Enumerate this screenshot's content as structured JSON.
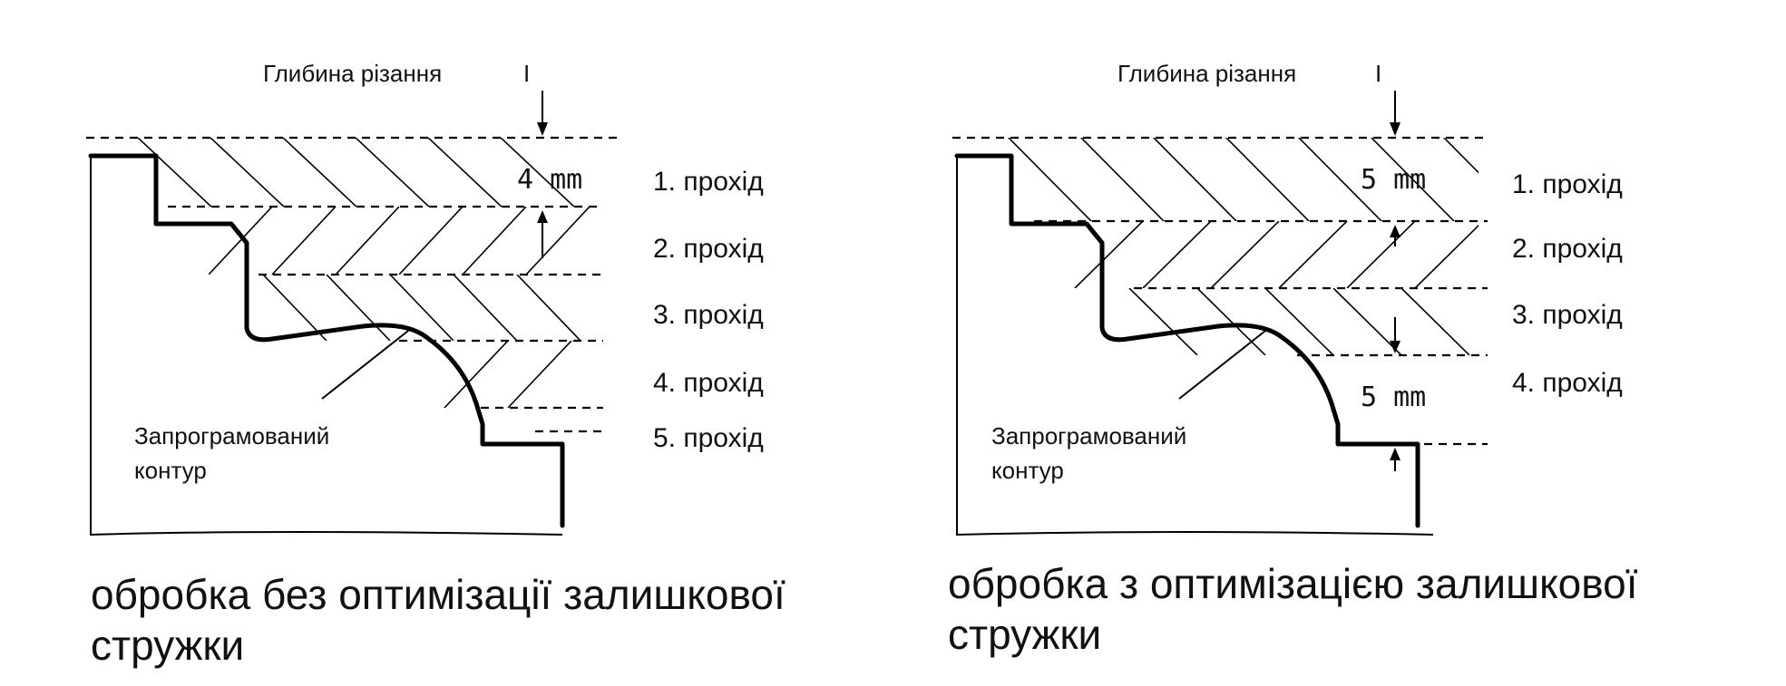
{
  "left_panel": {
    "depth_label": "Глибина різання",
    "depth_marker": "I",
    "dimension": "4 mm",
    "passes": [
      "1. прохід",
      "2. прохід",
      "3. прохід",
      "4. прохід",
      "5. прохід"
    ],
    "contour_label_line1": "Запрограмований",
    "contour_label_line2": "контур",
    "caption_line1": "обробка без оптимізації залишкової",
    "caption_line2": "стружки"
  },
  "right_panel": {
    "depth_label": "Глибина різання",
    "depth_marker": "I",
    "dimension_top": "5 mm",
    "dimension_bottom": "5 mm",
    "passes": [
      "1. прохід",
      "2. прохід",
      "3. прохід",
      "4. прохід"
    ],
    "contour_label_line1": "Запрограмований",
    "contour_label_line2": "контур",
    "caption_line1": "обробка з оптимізацією залишкової",
    "caption_line2": "стружки"
  }
}
